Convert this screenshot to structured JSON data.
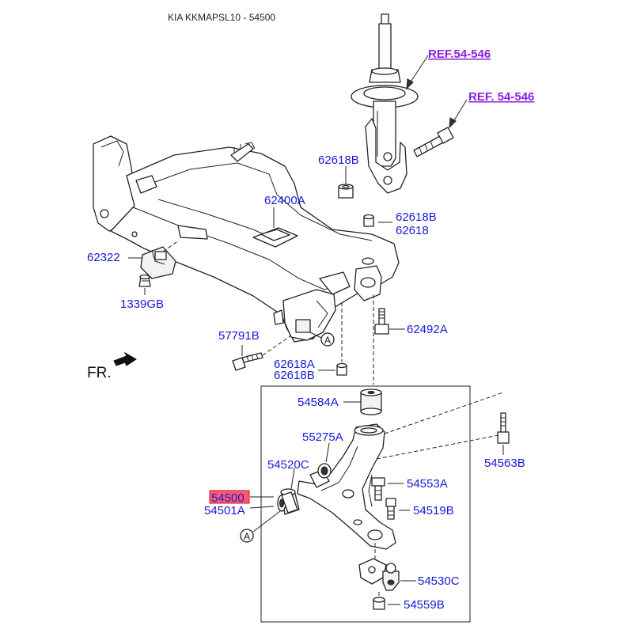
{
  "header": {
    "title": "KIA KKMAPSL10 - 54500"
  },
  "references": {
    "ref_upper": "REF.54-546",
    "ref_lower": "REF. 54-546"
  },
  "direction": {
    "fr_label": "FR."
  },
  "callout": {
    "letter": "A"
  },
  "highlight_color": "#ff5a6e",
  "parts": {
    "p62618B_a": "62618B",
    "p62400A": "62400A",
    "p62618B_b": "62618B",
    "p62618_b": "62618",
    "p62322": "62322",
    "p1339GB": "1339GB",
    "p57791B": "57791B",
    "p62492A": "62492A",
    "p62618A": "62618A",
    "p62618B_c": "62618B",
    "p54584A": "54584A",
    "p55275A": "55275A",
    "p54520C": "54520C",
    "p54500": "54500",
    "p54501A": "54501A",
    "p54553A": "54553A",
    "p54519B": "54519B",
    "p54563B": "54563B",
    "p54530C": "54530C",
    "p54559B": "54559B"
  }
}
